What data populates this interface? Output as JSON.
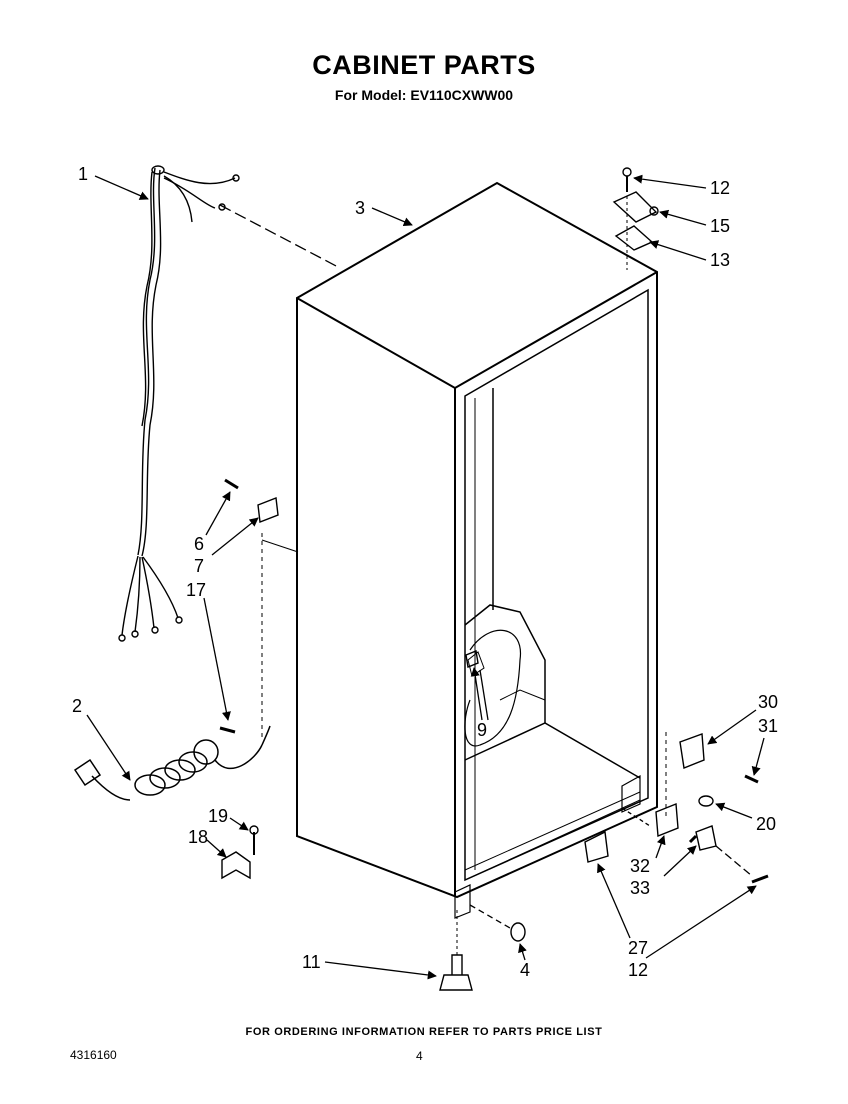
{
  "header": {
    "title": "CABINET PARTS",
    "subtitle": "For Model: EV110CXWW00"
  },
  "footer": {
    "ordering_note": "FOR ORDERING INFORMATION REFER TO PARTS PRICE LIST",
    "document_number": "4316160",
    "page_number": "4"
  },
  "callouts": {
    "c1": "1",
    "c2": "2",
    "c3": "3",
    "c4": "4",
    "c6": "6",
    "c7": "7",
    "c9": "9",
    "c11": "11",
    "c12a": "12",
    "c12b": "12",
    "c13": "13",
    "c15": "15",
    "c17": "17",
    "c18": "18",
    "c19": "19",
    "c20": "20",
    "c27": "27",
    "c30": "30",
    "c31": "31",
    "c32": "32",
    "c33": "33"
  }
}
